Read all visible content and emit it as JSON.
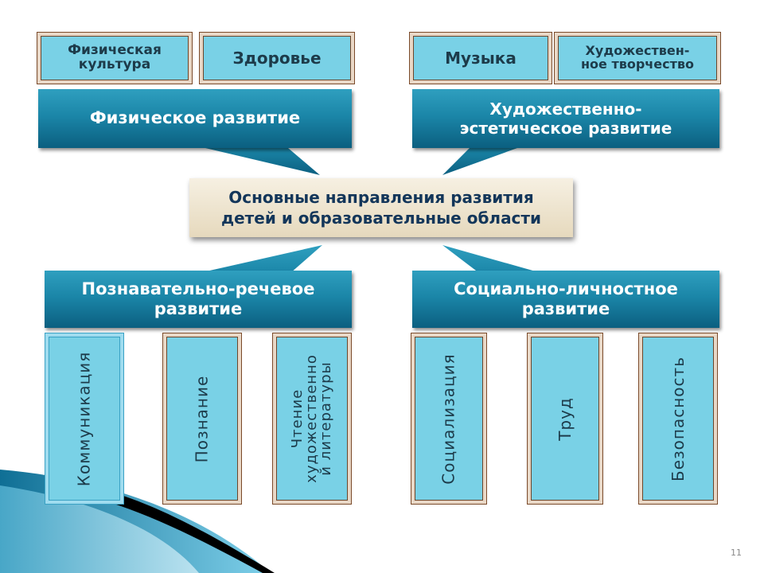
{
  "top_boxes": [
    {
      "text": "Физическая\nкультура"
    },
    {
      "text": "Здоровье"
    },
    {
      "text": "Музыка"
    },
    {
      "text": "Художествен-\nное творчество"
    }
  ],
  "headers": {
    "physical": "Физическое развитие",
    "artistic": "Художественно-\nэстетическое развитие",
    "cognitive": "Познавательно-речевое\nразвитие",
    "social": "Социально-личностное\nразвитие"
  },
  "center": "Основные направления развития\nдетей и образовательные области",
  "vertical_boxes": [
    {
      "text": "Коммуникация"
    },
    {
      "text": "Познание"
    },
    {
      "text": "Чтение\nхудожественно\nй литературы"
    },
    {
      "text": "Социализация"
    },
    {
      "text": "Труд"
    },
    {
      "text": "Безопасность"
    }
  ],
  "slide_number": "11",
  "colors": {
    "teal_top": "#2f9fbf",
    "teal_bottom": "#0b5f80",
    "box_fill": "#79d1e6",
    "frame_brown": "#7a4a2a",
    "center_fill": "#efe5cf",
    "center_text": "#13365a"
  }
}
